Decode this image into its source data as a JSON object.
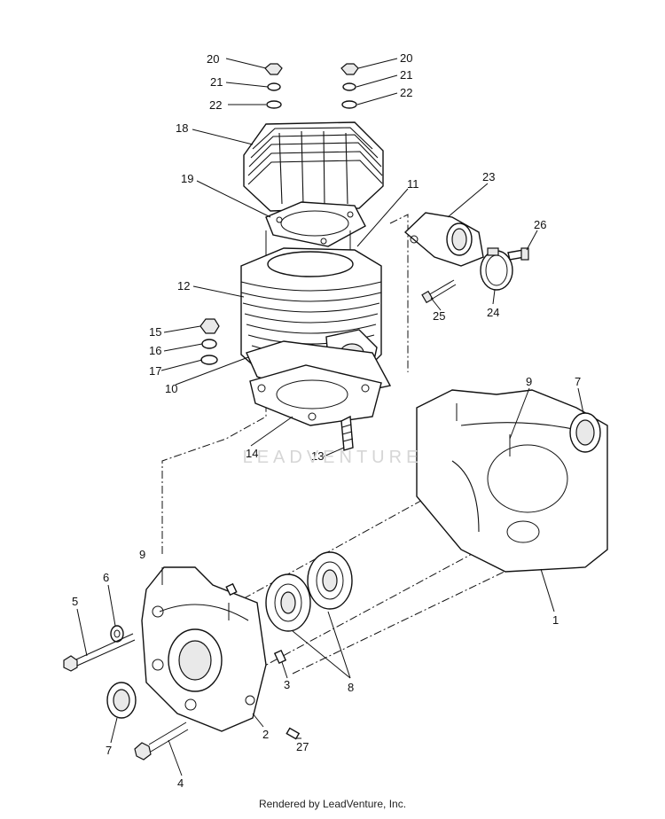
{
  "watermark": "LEADVENTURE",
  "footer": "Rendered by LeadVenture, Inc.",
  "labels": [
    "20",
    "21",
    "22",
    "20",
    "21",
    "22",
    "18",
    "19",
    "11",
    "23",
    "26",
    "12",
    "15",
    "16",
    "17",
    "10",
    "14",
    "13",
    "25",
    "24",
    "9",
    "7",
    "9",
    "6",
    "5",
    "1",
    "3",
    "8",
    "7",
    "2",
    "27",
    "4"
  ]
}
